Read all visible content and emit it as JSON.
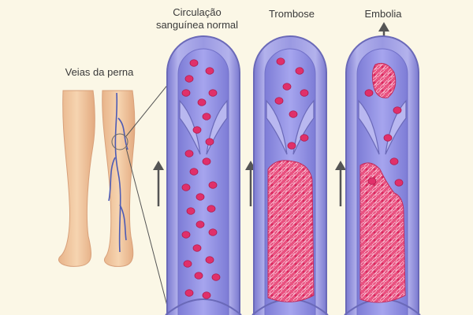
{
  "labels": {
    "legs": "Veias da perna",
    "normal": "Circulação\nsanguínea normal",
    "thrombosis": "Trombose",
    "embolism": "Embolia"
  },
  "colors": {
    "background": "#fbf7e6",
    "vein_wall": "#9d9ce0",
    "vein_outline": "#6a69b8",
    "vein_lumen": "#8b8ae0",
    "red_cell": "#e0306a",
    "clot": "#e85a88",
    "skin": "#f2c9a0",
    "arrow": "#555555"
  },
  "icons": [
    "up-arrow-icon",
    "left-leg-illustration",
    "right-leg-illustration"
  ]
}
